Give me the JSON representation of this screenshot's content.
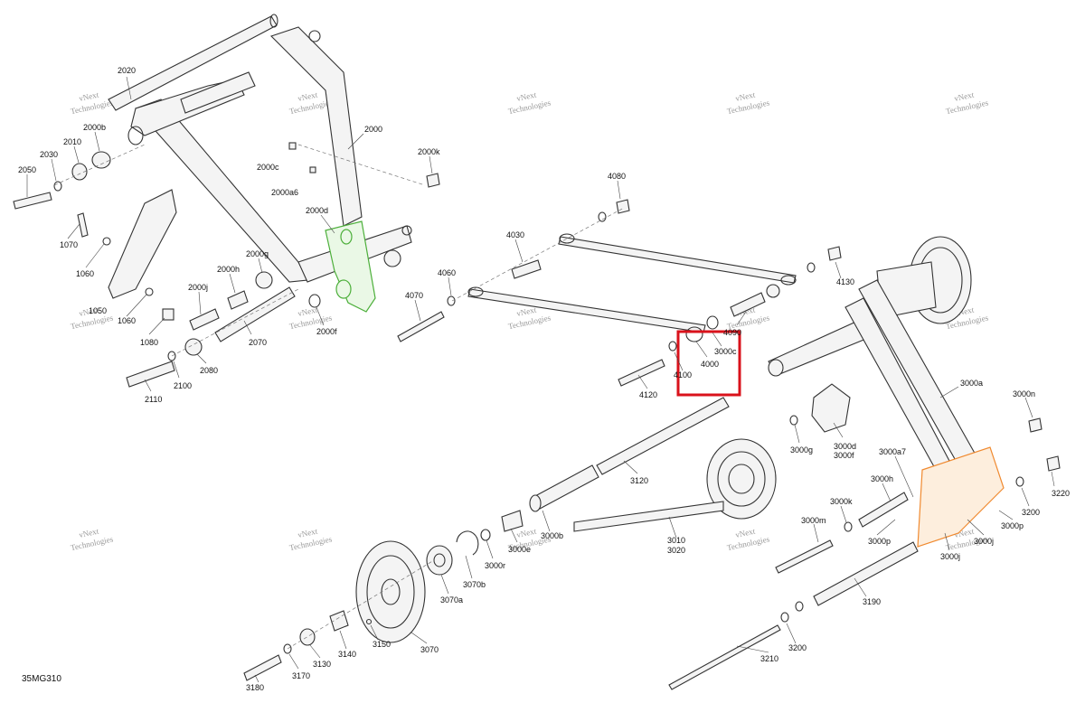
{
  "diagram": {
    "code": "35MG310",
    "watermark": {
      "line1": "vNext",
      "line2": "Technologies",
      "full": "vNext Technologies"
    },
    "highlight_color": "#d9121b",
    "green_color": "#4caf3a",
    "orange_color": "#f08a30",
    "highlighted_part": "4000",
    "callouts": {
      "c2020": "2020",
      "c2000": "2000",
      "c2000b": "2000b",
      "c2010": "2010",
      "c2030": "2030",
      "c2050": "2050",
      "c2000c": "2000c",
      "c2000a6": "2000a6",
      "c2000k": "2000k",
      "c2000d": "2000d",
      "c1070": "1070",
      "c1060": "1060",
      "c1050": "1050",
      "c1060b": "1060",
      "c1080": "1080",
      "c2000g": "2000g",
      "c2000h": "2000h",
      "c2000j": "2000j",
      "c2070": "2070",
      "c2080": "2080",
      "c2100": "2100",
      "c2110": "2110",
      "c2000f": "2000f",
      "c4070": "4070",
      "c4060": "4060",
      "c4030": "4030",
      "c4080": "4080",
      "c4130": "4130",
      "c4090": "4090",
      "c3000c": "3000c",
      "c4000": "4000",
      "c4100": "4100",
      "c4120": "4120",
      "c3000a": "3000a",
      "c3000n": "3000n",
      "c3000g": "3000g",
      "c3000d": "3000d",
      "c3000f": "3000f",
      "c3000a7": "3000a7",
      "c3000h": "3000h",
      "c3220": "3220",
      "c3200": "3200",
      "c3000k": "3000k",
      "c3000m": "3000m",
      "c3000p": "3000p",
      "c3000p2": "3000p",
      "c3000j": "3000j",
      "c3000j2": "3000j",
      "c3120": "3120",
      "c3010": "3010",
      "c3020": "3020",
      "c3000b": "3000b",
      "c3000e": "3000e",
      "c3000r": "3000r",
      "c3070b": "3070b",
      "c3070a": "3070a",
      "c3070": "3070",
      "c3150": "3150",
      "c3140": "3140",
      "c3130": "3130",
      "c3170": "3170",
      "c3180": "3180",
      "c3190": "3190",
      "c3200b": "3200",
      "c3210": "3210"
    }
  }
}
